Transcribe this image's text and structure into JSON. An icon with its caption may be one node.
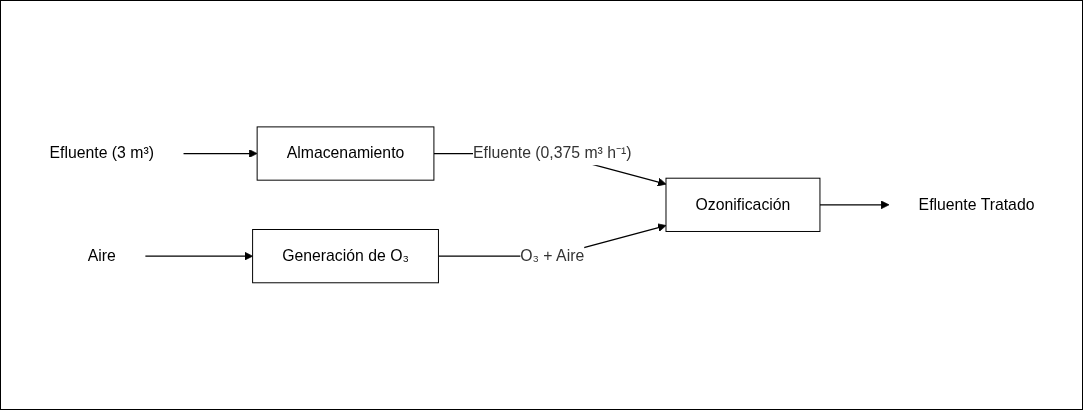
{
  "diagram": {
    "nodes": [
      {
        "text": [
          "Efluente (3 m³)"
        ]
      },
      {
        "text": [
          "Almacenamiento"
        ]
      },
      {
        "text": [
          "Aire"
        ]
      },
      {
        "text": [
          "Generación de O₃"
        ]
      },
      {
        "text": [
          "Ozonificación"
        ]
      },
      {
        "text": [
          "Efluente Tratado"
        ]
      }
    ],
    "edges": [
      {
        "from": 0,
        "to": 1,
        "arrow": "to"
      },
      {
        "from": 1,
        "to": 4,
        "arrow": "to",
        "label": "Efluente (0,375 m³ h⁻¹)"
      },
      {
        "from": 2,
        "to": 3,
        "arrow": "to"
      },
      {
        "from": 3,
        "to": 4,
        "arrow": "to",
        "label": "O₃ + Aire"
      },
      {
        "from": 4,
        "to": 5,
        "arrow": "to"
      }
    ]
  }
}
